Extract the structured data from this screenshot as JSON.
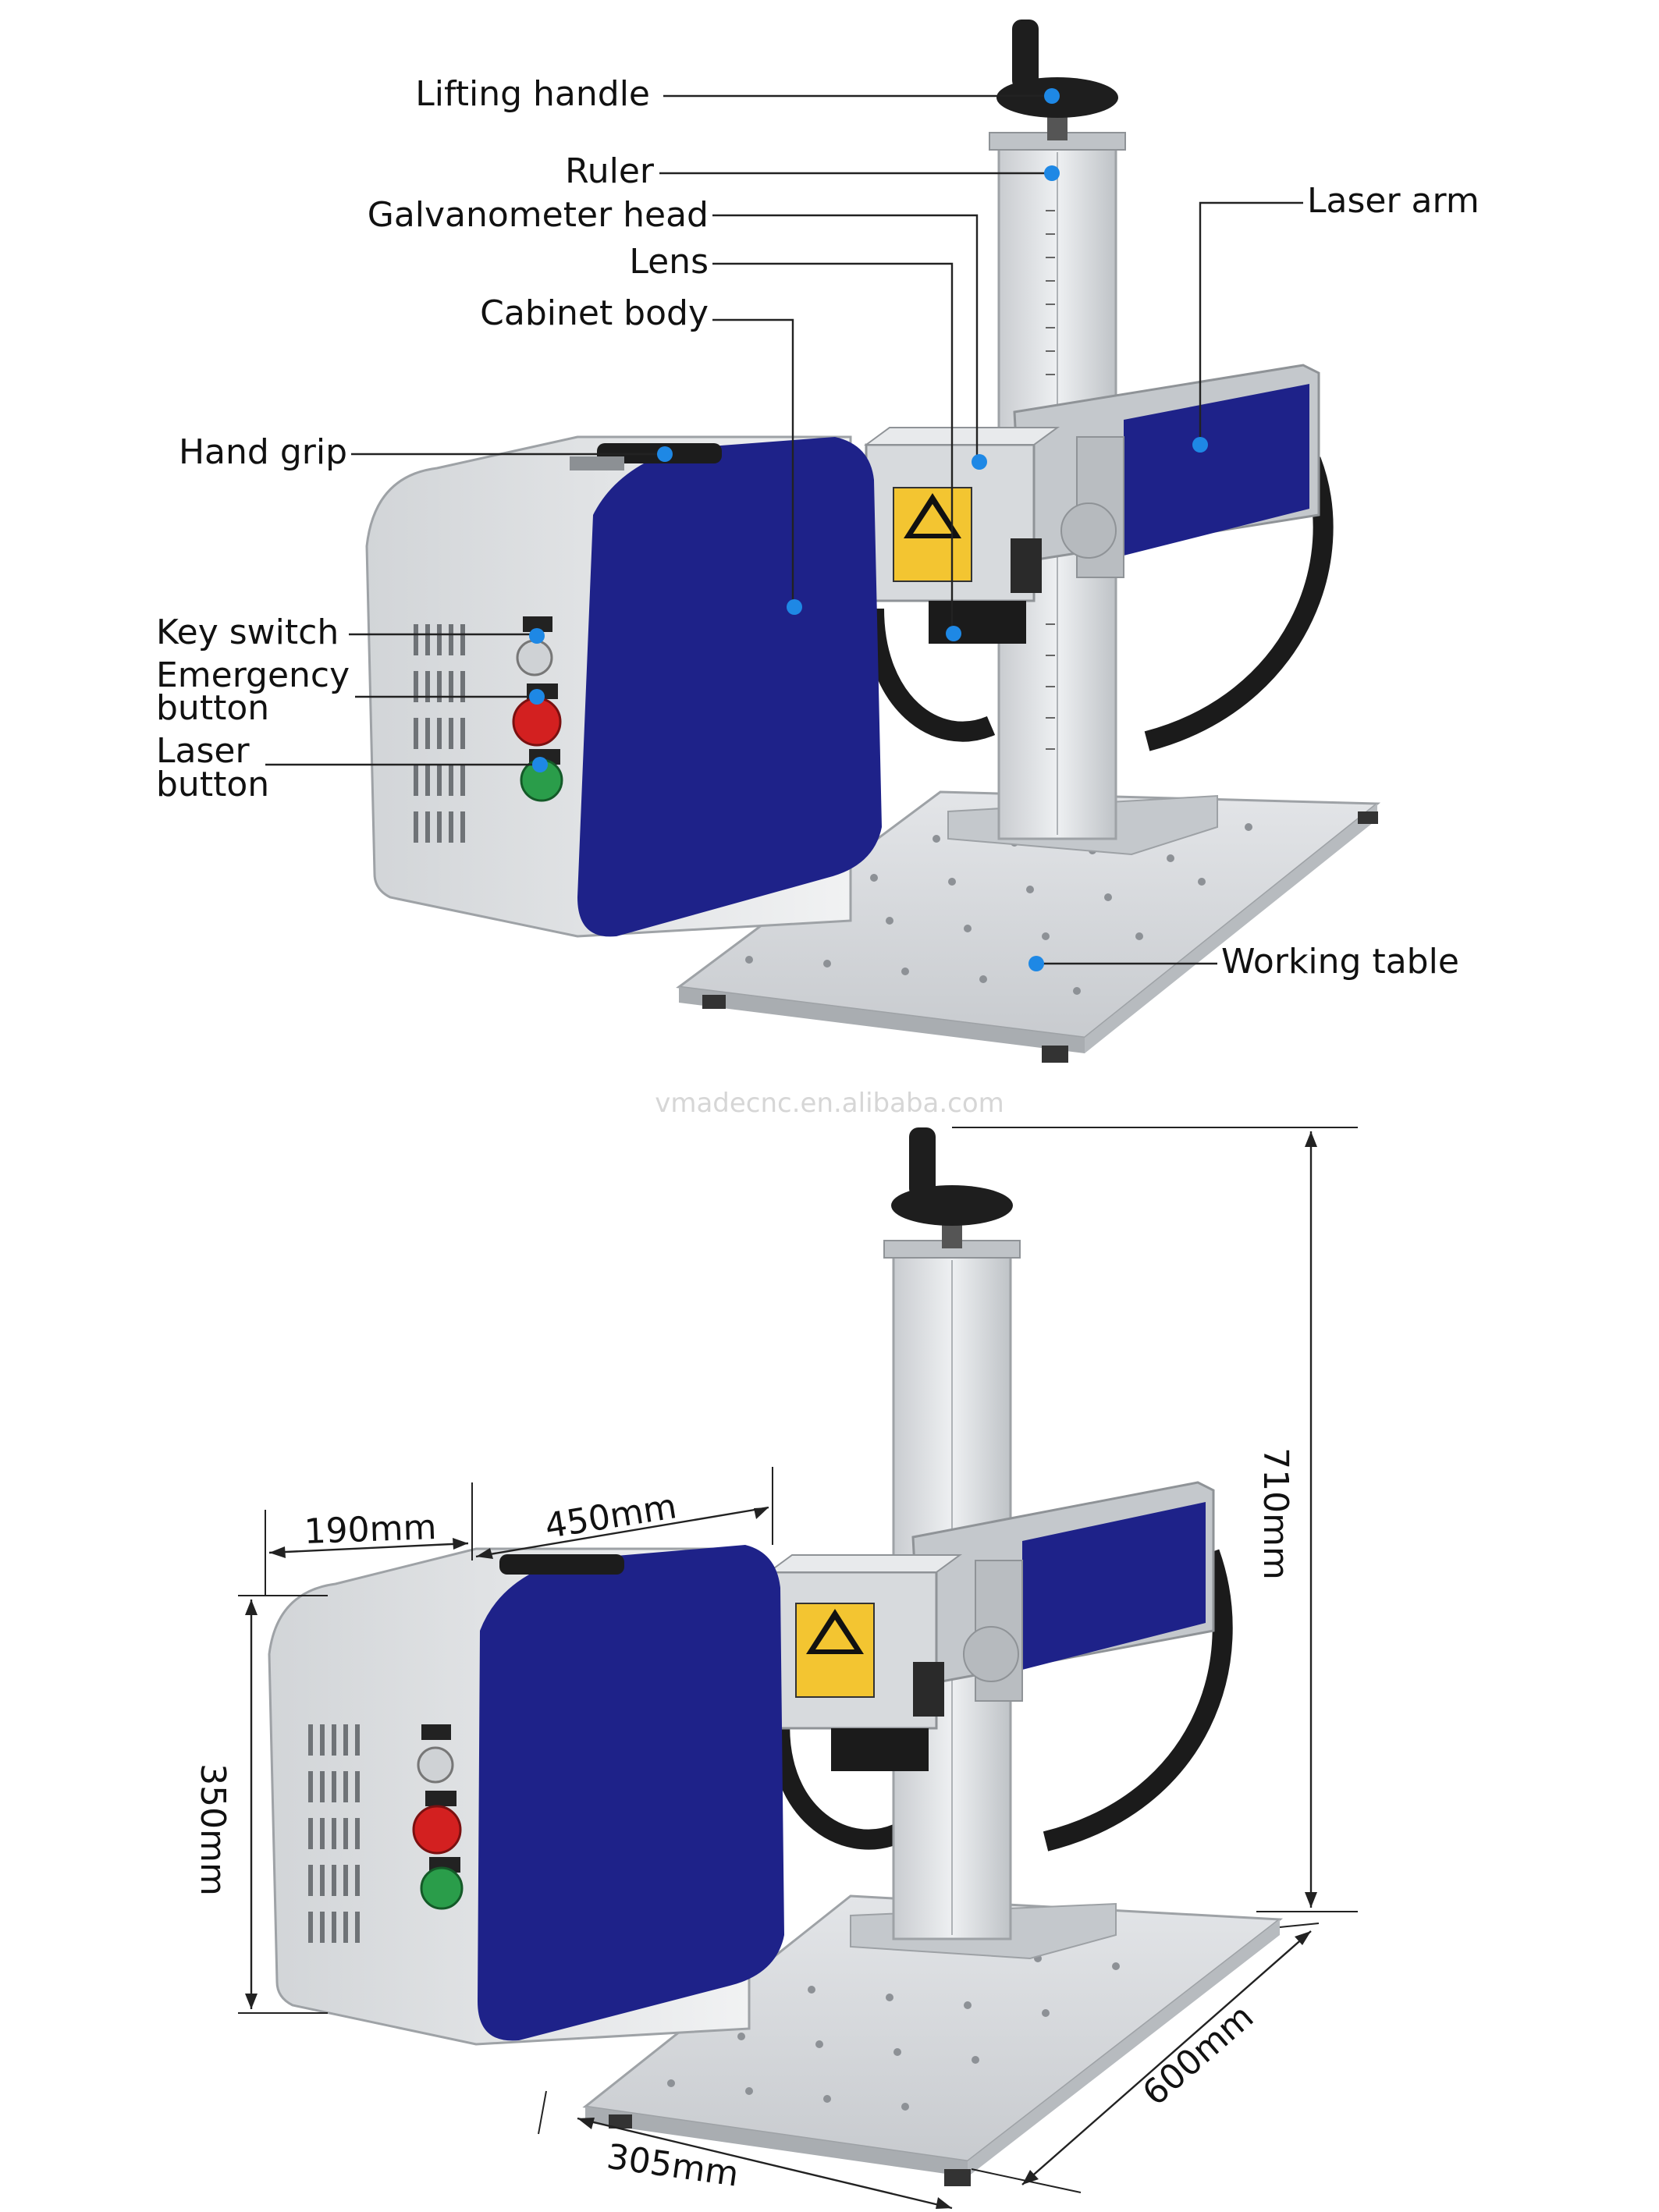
{
  "labels": {
    "lifting_handle": "Lifting handle",
    "ruler": "Ruler",
    "galvanometer_head": "Galvanometer head",
    "lens": "Lens",
    "cabinet_body": "Cabinet body",
    "hand_grip": "Hand grip",
    "key_switch": "Key switch",
    "emergency_line1": "Emergency",
    "emergency_line2": "button",
    "laser_line1": "Laser",
    "laser_line2": "button",
    "laser_arm": "Laser arm",
    "working_table": "Working table"
  },
  "watermark": "vmadecnc.en.alibaba.com",
  "dimensions": {
    "cabinet_depth": "190mm",
    "cabinet_width": "450mm",
    "cabinet_height": "350mm",
    "total_height": "710mm",
    "table_length": "600mm",
    "table_width": "305mm"
  },
  "colors": {
    "panel_blue": "#1e2289",
    "callout_dot": "#1e88e5",
    "metal": "#d9dcdf"
  }
}
